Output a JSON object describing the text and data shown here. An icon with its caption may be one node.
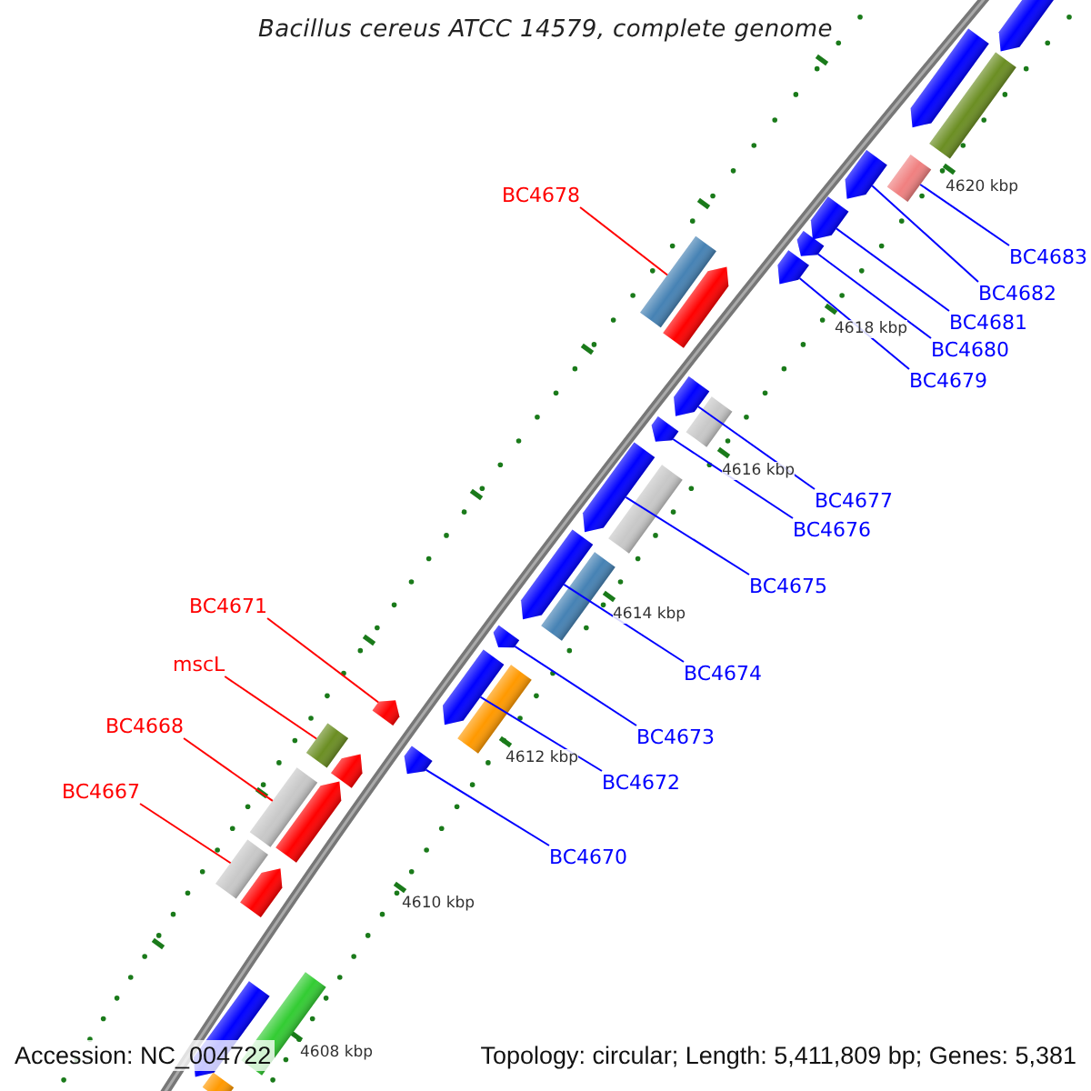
{
  "diagram": {
    "title": "Bacillus cereus ATCC 14579, complete genome",
    "nodes": [
      {
        "text": [
          "BC4678"
        ]
      },
      {
        "text": [
          "BC4683"
        ]
      },
      {
        "text": [
          "BC4682"
        ]
      },
      {
        "text": [
          "BC4681"
        ]
      },
      {
        "text": [
          "BC4680"
        ]
      },
      {
        "text": [
          "BC4679"
        ]
      },
      {
        "text": [
          "BC4677"
        ]
      },
      {
        "text": [
          "BC4676"
        ]
      },
      {
        "text": [
          "BC4675"
        ]
      },
      {
        "text": [
          "BC4674"
        ]
      },
      {
        "text": [
          "BC4671"
        ]
      },
      {
        "text": [
          "mscL"
        ]
      },
      {
        "text": [
          "BC4673"
        ]
      },
      {
        "text": [
          "BC4668"
        ]
      },
      {
        "text": [
          "BC4672"
        ]
      },
      {
        "text": [
          "BC4667"
        ]
      },
      {
        "text": [
          "BC4670"
        ]
      },
      {
        "text": [],
        "shape": "pentagon"
      },
      {
        "text": [],
        "shape": "pentagon"
      },
      {
        "text": [],
        "shape": "bar"
      },
      {
        "text": [],
        "shape": "pentagon"
      },
      {
        "text": [],
        "shape": "bar"
      },
      {
        "text": [],
        "shape": "pentagon"
      },
      {
        "text": [],
        "shape": "pentagon"
      },
      {
        "text": [],
        "shape": "pentagon"
      },
      {
        "text": [],
        "shape": "bar"
      },
      {
        "text": [],
        "shape": "pentagon"
      },
      {
        "text": [],
        "shape": "pentagon"
      },
      {
        "text": [],
        "shape": "bar"
      },
      {
        "text": [],
        "shape": "pentagon"
      },
      {
        "text": [],
        "shape": "pentagon"
      },
      {
        "text": [],
        "shape": "bar"
      },
      {
        "text": [],
        "shape": "pentagon"
      },
      {
        "text": [],
        "shape": "bar"
      },
      {
        "text": [],
        "shape": "pentagon"
      },
      {
        "text": [],
        "shape": "pentagon"
      },
      {
        "text": [],
        "shape": "pentagon"
      },
      {
        "text": [],
        "shape": "bar"
      },
      {
        "text": [],
        "shape": "bar"
      },
      {
        "text": [],
        "shape": "pentagon"
      },
      {
        "text": [],
        "shape": "pentagon"
      },
      {
        "text": [],
        "shape": "bar"
      },
      {
        "text": [],
        "shape": "pentagon"
      },
      {
        "text": [],
        "shape": "bar"
      },
      {
        "text": [],
        "shape": "pentagon"
      },
      {
        "text": [],
        "shape": "bar"
      },
      {
        "text": [],
        "shape": "pentagon"
      },
      {
        "text": [],
        "shape": "bar"
      }
    ],
    "edges": [
      {
        "from": 0,
        "to": 25,
        "arrow": "none",
        "color": "#ff0000"
      },
      {
        "from": 1,
        "to": 21,
        "arrow": "none"
      },
      {
        "from": 2,
        "to": 20,
        "arrow": "none"
      },
      {
        "from": 3,
        "to": 22,
        "arrow": "none"
      },
      {
        "from": 4,
        "to": 23,
        "arrow": "none"
      },
      {
        "from": 5,
        "to": 24,
        "arrow": "none"
      },
      {
        "from": 6,
        "to": 27,
        "arrow": "none"
      },
      {
        "from": 7,
        "to": 29,
        "arrow": "none"
      },
      {
        "from": 8,
        "to": 30,
        "arrow": "none"
      },
      {
        "from": 9,
        "to": 32,
        "arrow": "none"
      },
      {
        "from": 10,
        "to": 36,
        "arrow": "none",
        "color": "#ff0000"
      },
      {
        "from": 11,
        "to": 38,
        "arrow": "none",
        "color": "#ff0000"
      },
      {
        "from": 12,
        "to": 34,
        "arrow": "none"
      },
      {
        "from": 13,
        "to": 41,
        "arrow": "none",
        "color": "#ff0000"
      },
      {
        "from": 14,
        "to": 35,
        "arrow": "none"
      },
      {
        "from": 15,
        "to": 43,
        "arrow": "none",
        "color": "#ff0000"
      },
      {
        "from": 16,
        "to": 39,
        "arrow": "none"
      }
    ],
    "labels": [
      "4620 kbp",
      "4618 kbp",
      "4616 kbp",
      "4614 kbp",
      "4612 kbp",
      "4610 kbp",
      "4608 kbp",
      "Accession: NC_004722",
      "Topology: circular; Length: 5,411,809 bp; Genes: 5,381"
    ]
  }
}
